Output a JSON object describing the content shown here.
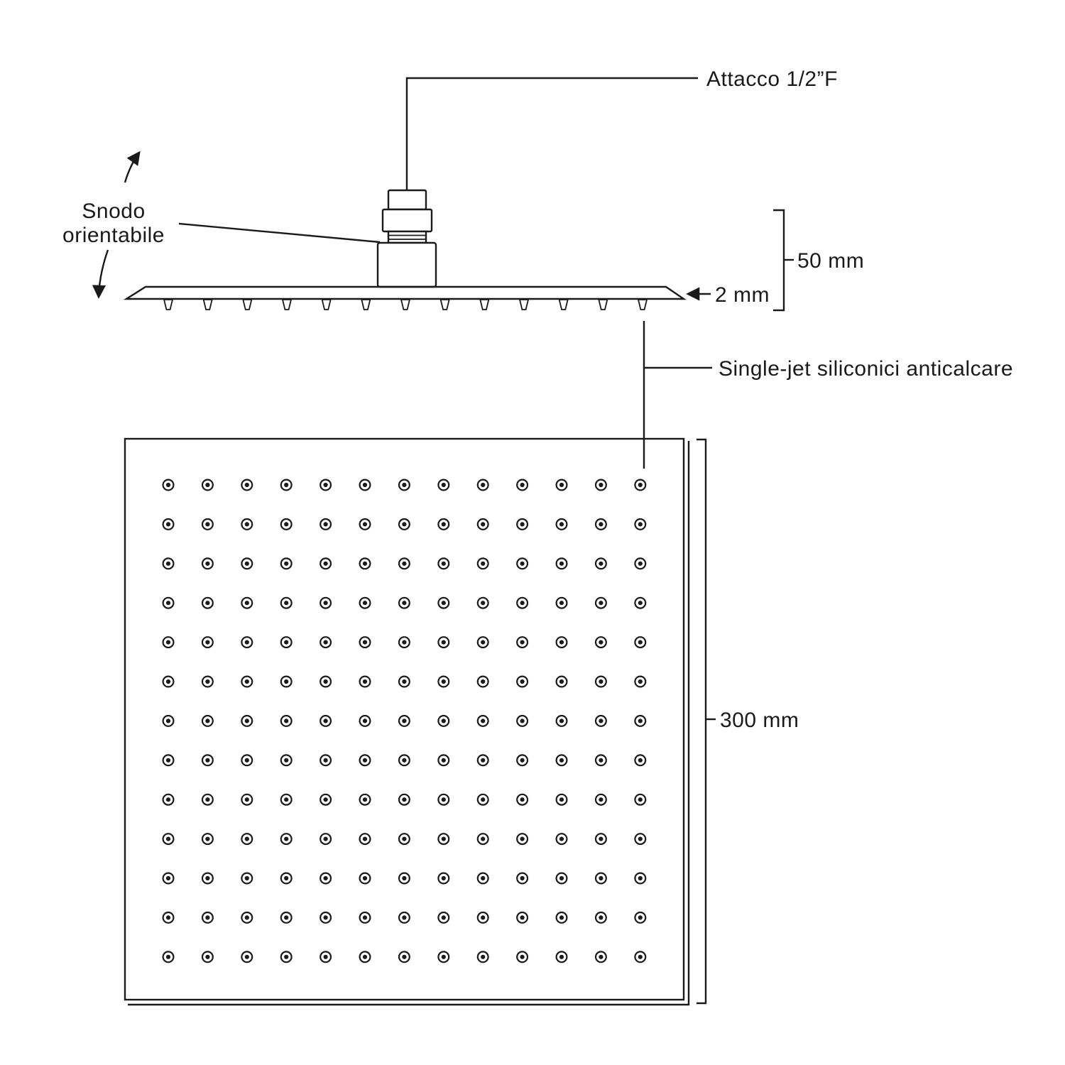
{
  "diagram": {
    "title": "Square shower head technical drawing",
    "labels": {
      "attacco": "Attacco 1/2”F",
      "snodo_line1": "Snodo",
      "snodo_line2": "orientabile",
      "dim_height": "50 mm",
      "dim_thickness": "2 mm",
      "single_jet": "Single-jet siliconici anticalcare",
      "dim_side": "300 mm"
    },
    "nozzle_grid": {
      "rows": 13,
      "cols": 13
    },
    "side_view_nozzle_count": 13,
    "colors": {
      "line": "#1a1a1a",
      "background": "#ffffff"
    }
  }
}
